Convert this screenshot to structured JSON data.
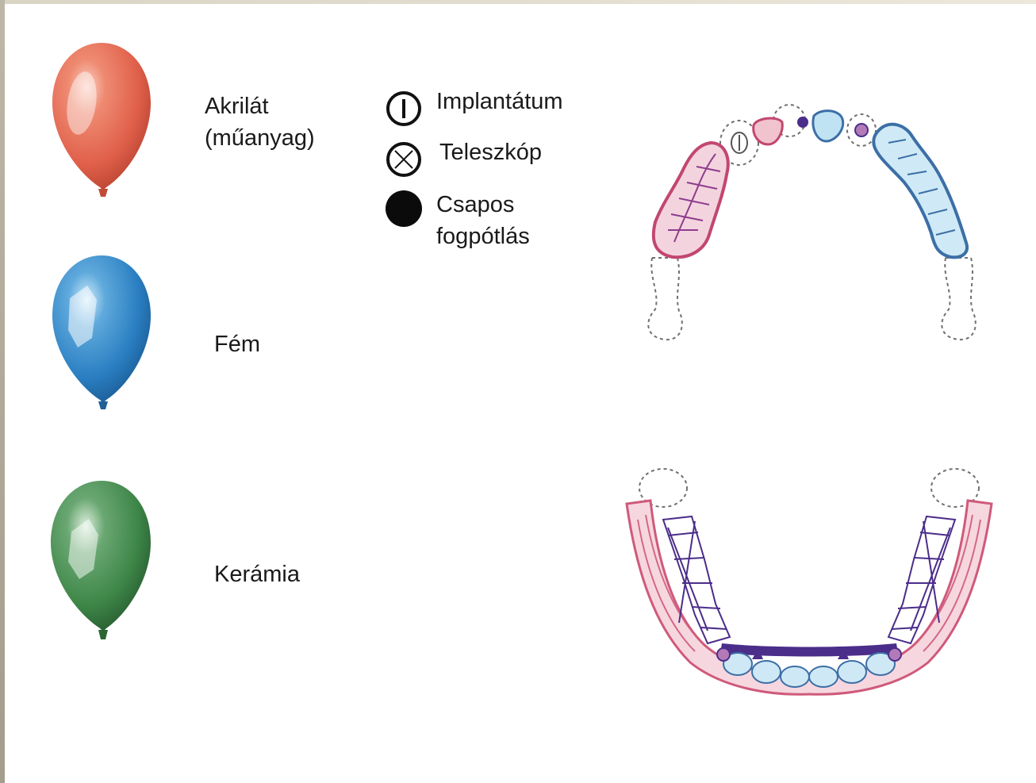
{
  "materials": [
    {
      "line1": "Akrilát",
      "line2": "(műanyag)",
      "color": "#e46a55",
      "icon": "red-balloon-icon"
    },
    {
      "line1": "Fém",
      "color": "#2f86c6",
      "icon": "blue-balloon-icon"
    },
    {
      "line1": "Kerámia",
      "color": "#3f8a4a",
      "icon": "green-balloon-icon"
    }
  ],
  "legend": [
    {
      "line1": "Implantátum",
      "icon": "implant-symbol-icon"
    },
    {
      "line1": "Teleszkóp",
      "icon": "telescope-symbol-icon"
    },
    {
      "line1": "Csapos",
      "line2": "fogpótlás",
      "icon": "post-crown-symbol-icon"
    }
  ],
  "colors": {
    "acrylic": "#c2476f",
    "acrylic_fill": "#efb7c6",
    "metal": "#3c6fa6",
    "metal_fill": "#bfe3f2",
    "implant_purple": "#4b2d8a",
    "outline_dotted": "#7a7a7a"
  },
  "diagram": {
    "upper_jaw": "upper-jaw-illustration",
    "lower_jaw": "lower-jaw-illustration"
  }
}
